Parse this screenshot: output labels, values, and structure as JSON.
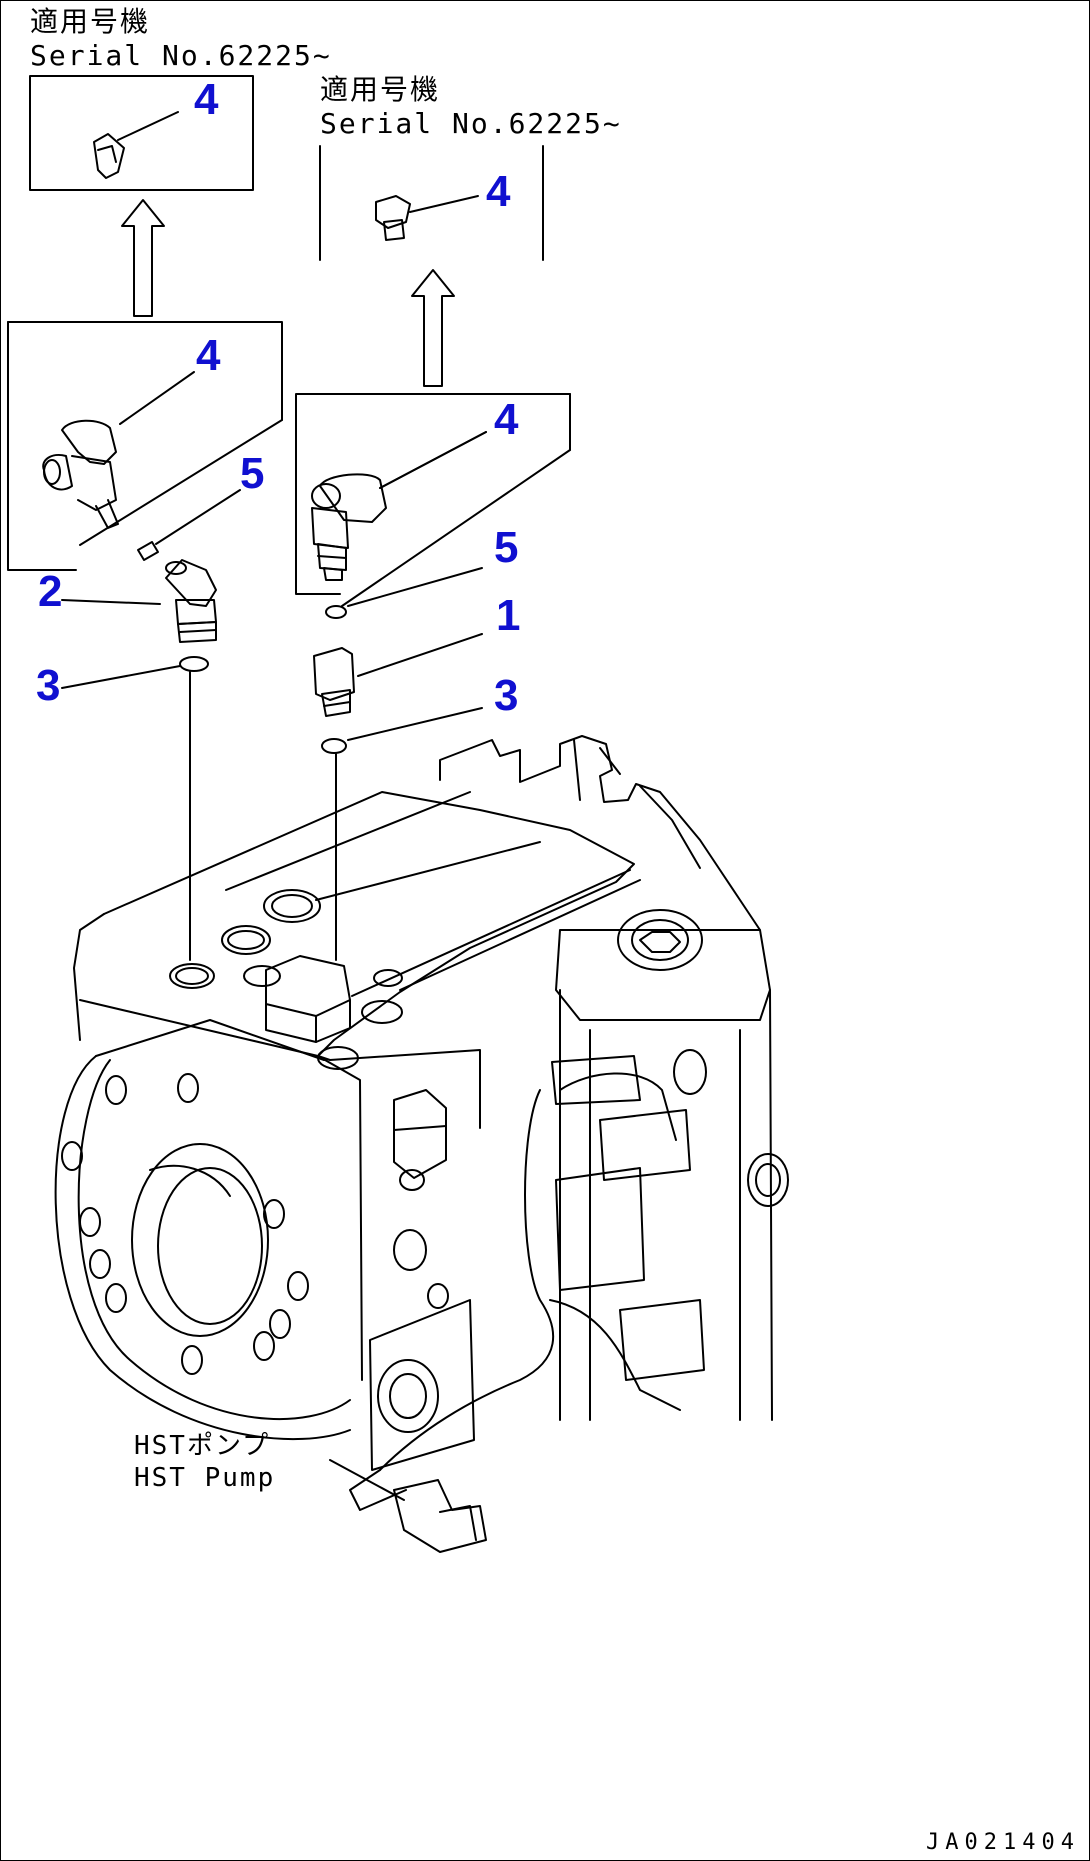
{
  "serial_notes": {
    "left": {
      "jp": "適用号機",
      "serial": "Serial No.62225~"
    },
    "right": {
      "jp": "適用号機",
      "serial": "Serial No.62225~"
    }
  },
  "callouts": {
    "left_top_4": "4",
    "left_mid_4": "4",
    "left_5": "5",
    "left_2": "2",
    "left_3": "3",
    "right_top_4": "4",
    "right_mid_4": "4",
    "right_5": "5",
    "right_1": "1",
    "right_3": "3"
  },
  "pump_label": {
    "jp": "HSTポンプ",
    "en": "HST Pump"
  },
  "drawing_code": "JA021404"
}
